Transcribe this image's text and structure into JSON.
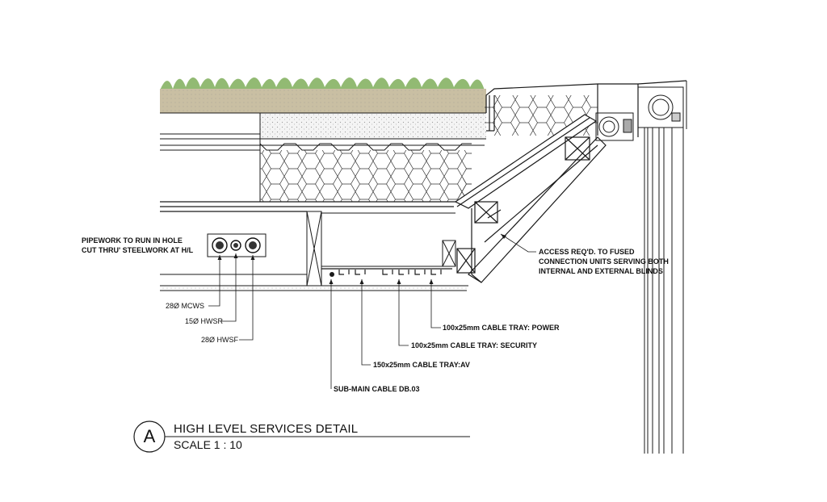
{
  "title_block": {
    "callout_letter": "A",
    "title": "HIGH LEVEL SERVICES DETAIL",
    "scale": "SCALE  1 : 10"
  },
  "annotations": {
    "pipework_line1": "PIPEWORK TO RUN IN HOLE",
    "pipework_line2": "CUT THRU' STEELWORK AT H/L",
    "pipe_mcws": "28Ø MCWS",
    "pipe_hwsr": "15Ø HWSR",
    "pipe_hwsf": "28Ø HWSF",
    "access_line1": "ACCESS REQ'D. TO FUSED",
    "access_line2": "CONNECTION UNITS SERVING BOTH",
    "access_line3": "INTERNAL AND EXTERNAL BLINDS",
    "tray_power": "100x25mm CABLE TRAY: POWER",
    "tray_security": "100x25mm CABLE TRAY: SECURITY",
    "tray_av": "150x25mm CABLE TRAY:AV",
    "submain": "SUB-MAIN CABLE DB.03"
  },
  "colors": {
    "line": "#1a1a1a",
    "grass": "#7fae5a",
    "soil": "#c9bfa3",
    "gravel": "#d8d8d8"
  }
}
